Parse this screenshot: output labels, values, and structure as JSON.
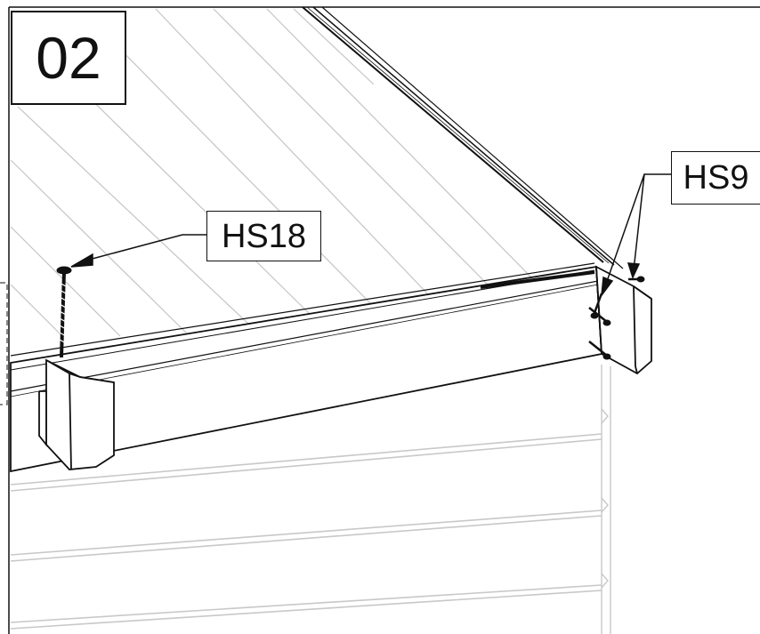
{
  "step": {
    "number": "02"
  },
  "callouts": {
    "hs18": "HS18",
    "hs9": "HS9"
  },
  "colors": {
    "line": "#111111",
    "hatch": "#bdbdbd",
    "background": "#ffffff"
  }
}
